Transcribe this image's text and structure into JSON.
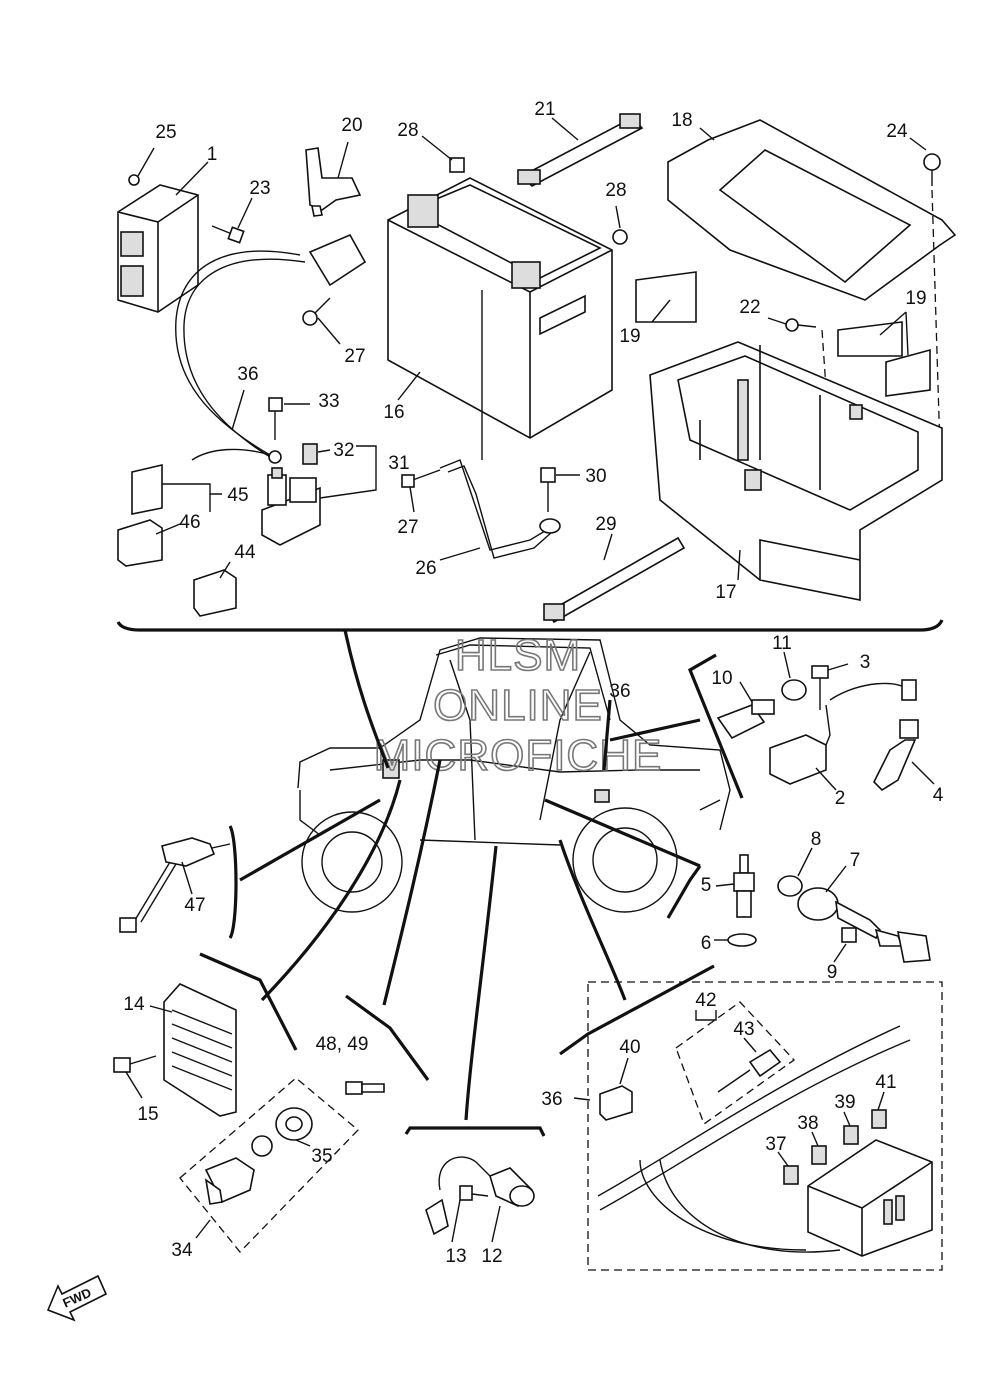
{
  "diagram": {
    "watermark": [
      "HLSM",
      "ONLINE",
      "MICROFICHE"
    ],
    "direction_label": "FWD",
    "callouts": [
      "25",
      "1",
      "23",
      "20",
      "28",
      "21",
      "18",
      "24",
      "28",
      "27",
      "16",
      "22",
      "19",
      "19",
      "36",
      "33",
      "32",
      "31",
      "45",
      "46",
      "44",
      "27",
      "30",
      "26",
      "29",
      "17",
      "11",
      "3",
      "10",
      "36",
      "2",
      "4",
      "47",
      "8",
      "7",
      "5",
      "6",
      "9",
      "14",
      "15",
      "48, 49",
      "34",
      "35",
      "13",
      "12",
      "42",
      "43",
      "40",
      "36",
      "41",
      "39",
      "38",
      "37"
    ]
  }
}
